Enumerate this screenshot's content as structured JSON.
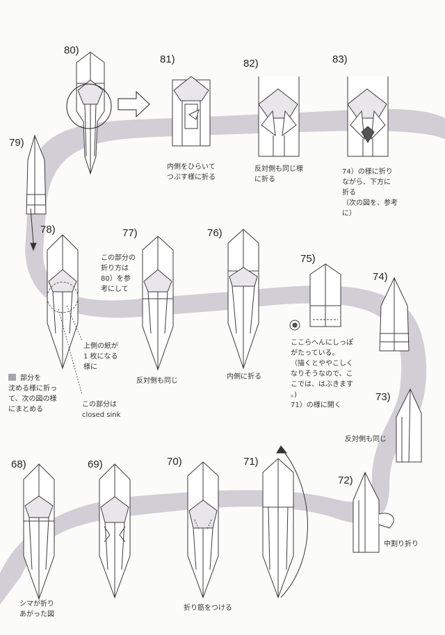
{
  "colors": {
    "band": "#c9c6ce",
    "line": "#3a3a3a",
    "fill": "#ffffff",
    "arrow": "#333333",
    "paper": "#fbfbfa"
  },
  "steps": [
    {
      "num": "80)"
    },
    {
      "num": "81)"
    },
    {
      "num": "82)"
    },
    {
      "num": "83)"
    },
    {
      "num": "79)"
    },
    {
      "num": "78)"
    },
    {
      "num": "77)"
    },
    {
      "num": "76)"
    },
    {
      "num": "75)"
    },
    {
      "num": "74)"
    },
    {
      "num": "73)"
    },
    {
      "num": "72)"
    },
    {
      "num": "71)"
    },
    {
      "num": "70)"
    },
    {
      "num": "69)"
    },
    {
      "num": "68)"
    }
  ],
  "captions": {
    "s81": [
      "内側をひらいて",
      "つぶす様に折る"
    ],
    "s82": [
      "反対側も同じ様",
      "に折る"
    ],
    "s83": [
      "74）の様に折り",
      "ながら、下方に",
      "折る",
      "（次の図を、参考",
      "に）"
    ],
    "s78_top": [
      "この部分の",
      "折り方は",
      "80）を参",
      "考にして"
    ],
    "s78_mid": [
      "上側の紙が",
      "1 枚になる",
      "様に"
    ],
    "s78_left": [
      "部分を",
      "沈める様に折っ",
      "て、次の図の様",
      "にまとめる"
    ],
    "s78_sink": [
      "この部分は",
      "closed sink"
    ],
    "s77": [
      "反対側も同じ"
    ],
    "s76": [
      "内側に折る"
    ],
    "s75": [
      "ここらへんにしっぽ",
      "がたっている。",
      "（描くとややこしく",
      "なりそうなので、こ",
      "こでは、はぶきます",
      "。)",
      "71）の様に開く"
    ],
    "s73": [
      "反対側も同じ"
    ],
    "s72": [
      "中割り折り"
    ],
    "s70": [
      "折り筋をつける"
    ],
    "s68": [
      "シマが折り",
      "あがった図"
    ]
  }
}
